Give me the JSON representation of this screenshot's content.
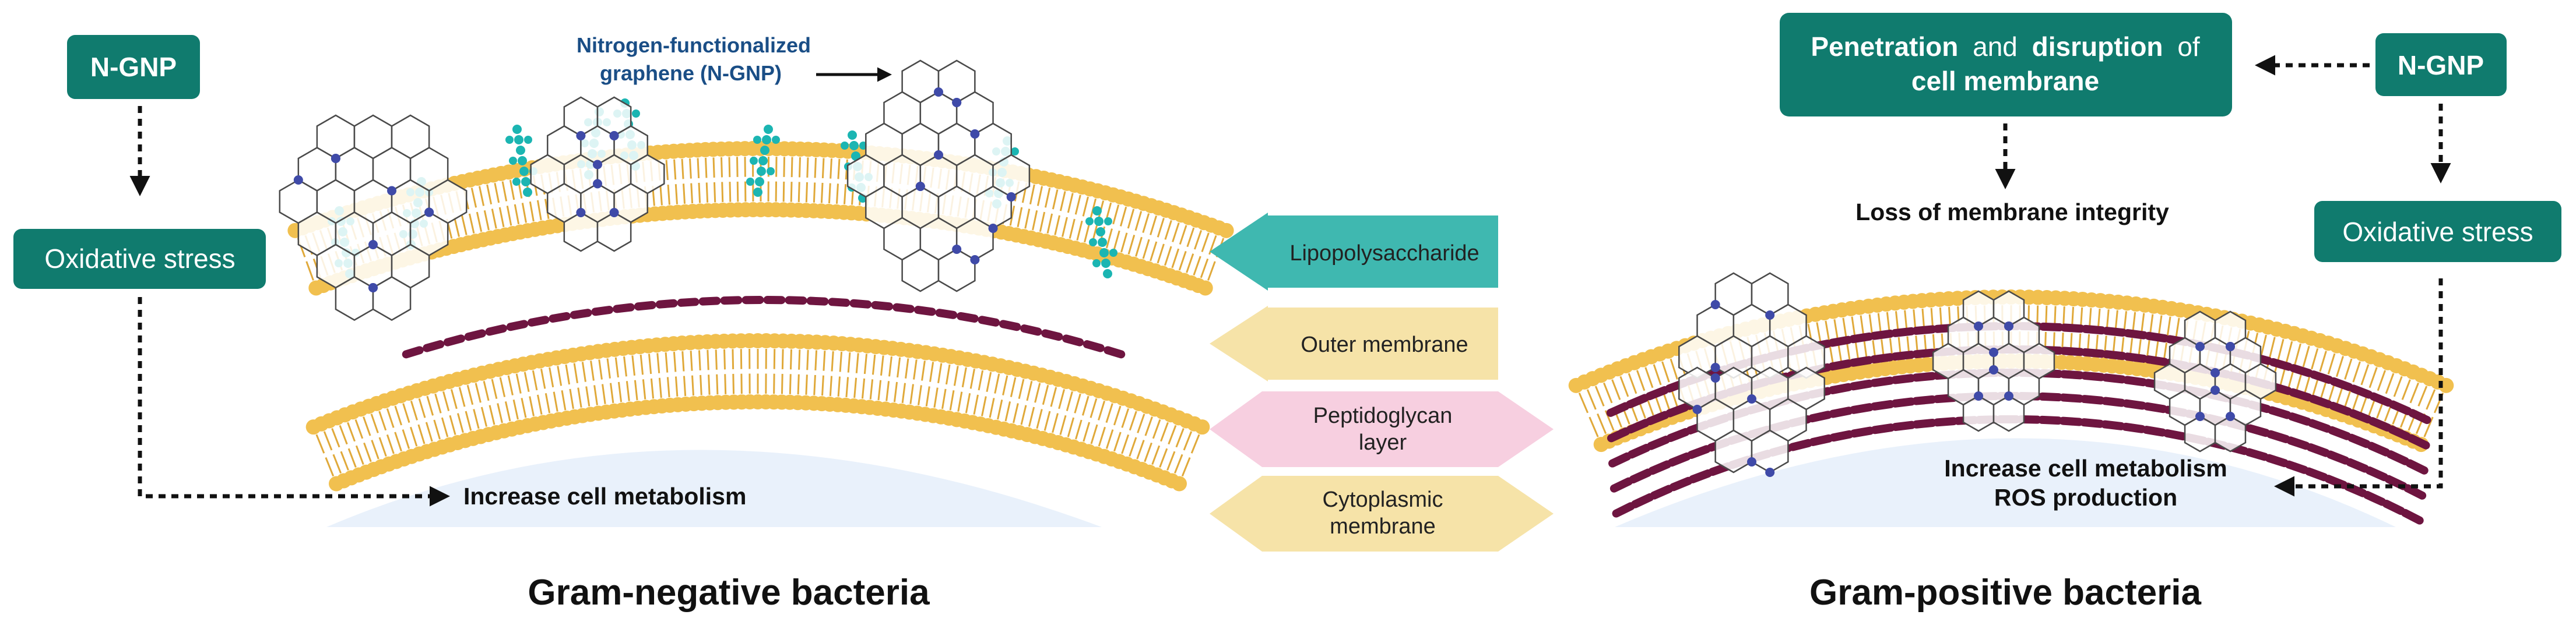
{
  "colors": {
    "teal_box": "#107b6e",
    "lipid_head": "#f1c04f",
    "lipid_tail": "#e0a93a",
    "peptidoglycan": "#6e1540",
    "lps": "#1bb5b2",
    "graphene_line": "#4a4a4a",
    "nitrogen_dot": "#3f4aa8",
    "cytoplasm": "#e9f1fb",
    "lps_arrow": "#3fb8b0",
    "outer_membrane_arrow": "#f6e3a8",
    "peptidoglycan_arrow": "#f7cfe0",
    "cytoplasmic_arrow": "#f6e3a8"
  },
  "left": {
    "ngnp_box": "N-GNP",
    "oxidative_box": "Oxidative stress",
    "graphene_label_line1": "Nitrogen-functionalized",
    "graphene_label_line2": "graphene (N-GNP)",
    "metabolism_label": "Increase cell metabolism",
    "title": "Gram-negative bacteria"
  },
  "legend": {
    "lps": "Lipopolysaccharide",
    "outer_membrane": "Outer membrane",
    "peptidoglycan_line1": "Peptidoglycan",
    "peptidoglycan_line2": "layer",
    "cytoplasmic_line1": "Cytoplasmic",
    "cytoplasmic_line2": "membrane"
  },
  "right": {
    "penetration_bold1": "Penetration",
    "penetration_plain1": "and",
    "penetration_bold2": "disruption",
    "penetration_plain2": "of",
    "penetration_line2": "cell membrane",
    "ngnp_box": "N-GNP",
    "oxidative_box": "Oxidative stress",
    "loss_label": "Loss of membrane integrity",
    "metabolism_line1": "Increase cell metabolism",
    "metabolism_line2": "ROS production",
    "title": "Gram-positive bacteria"
  }
}
